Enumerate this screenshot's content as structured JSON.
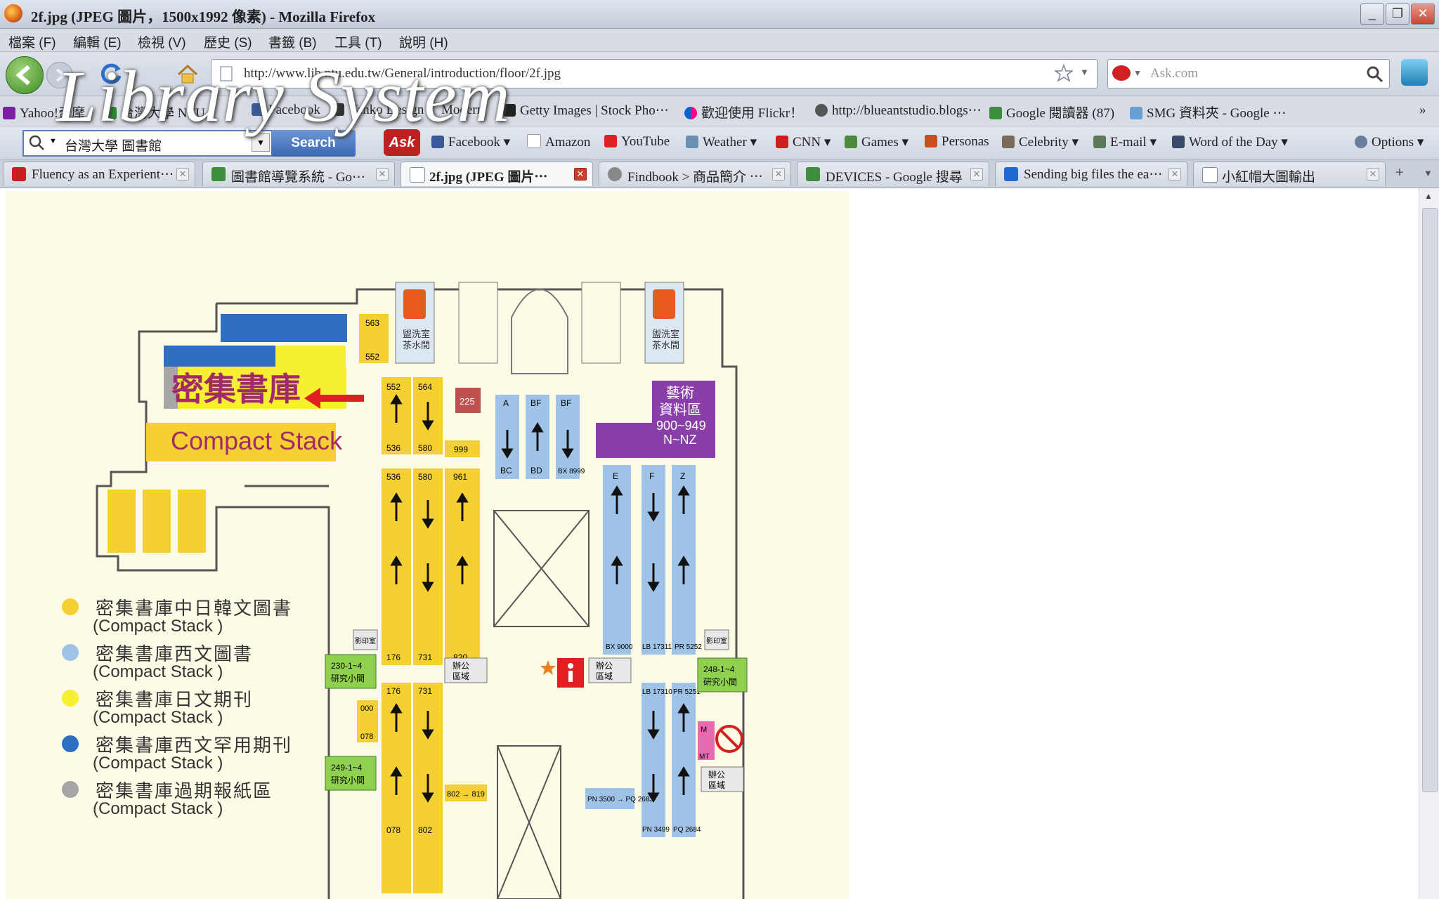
{
  "window": {
    "title": "2f.jpg (JPEG 圖片，1500x1992 像素) - Mozilla Firefox"
  },
  "menu": [
    "檔案 (F)",
    "編輯 (E)",
    "檢視 (V)",
    "歷史 (S)",
    "書籤 (B)",
    "工具 (T)",
    "說明 (H)"
  ],
  "nav": {
    "url": "http://www.lib.ntu.edu.tw/General/introduction/floor/2f.jpg",
    "search_placeholder": "Ask.com"
  },
  "bookmarks": [
    "Yahoo!奇摩",
    "台灣大學 NTU",
    "Facebook",
    "Yanko Design",
    "Modern",
    "Getty Images | Stock Pho⋯",
    "歡迎使用 Flickr！",
    "http://blueantstudio.blogs⋯",
    "Google 閱讀器 (87)",
    "SMG 資料夾 - Google ⋯"
  ],
  "ask_toolbar": {
    "query": "台灣大學 圖書館",
    "search_label": "Search",
    "items": [
      "Facebook ▾",
      "Amazon",
      "YouTube",
      "Weather ▾",
      "CNN ▾",
      "Games ▾",
      "Personas",
      "Celebrity ▾",
      "E-mail ▾",
      "Word of the Day ▾",
      "Options ▾"
    ]
  },
  "tabs": [
    {
      "label": "Fluency as an Experient⋯",
      "active": false
    },
    {
      "label": "圖書館導覽系統 - Go⋯",
      "active": false
    },
    {
      "label": "2f.jpg (JPEG 圖片⋯",
      "active": true
    },
    {
      "label": "Findbook > 商品簡介 ⋯",
      "active": false
    },
    {
      "label": "DEVICES - Google 搜尋",
      "active": false
    },
    {
      "label": "Sending big files the ea⋯",
      "active": false
    },
    {
      "label": "小紅帽大圖輸出",
      "active": false
    }
  ],
  "overlay_title": "Library System",
  "map": {
    "compact_zh": "密集書庫",
    "compact_en": "Compact Stack",
    "art_area": [
      "藝術",
      "資料區",
      "900~949",
      "N~NZ"
    ],
    "restroom": [
      "盥洗室",
      "茶水間"
    ],
    "office": [
      "辦公",
      "區域"
    ],
    "study_rooms": [
      "230-1~4",
      "研究小間",
      "249-1~4",
      "研究小間",
      "248-1~4",
      "研究小間"
    ],
    "copy": "影印室",
    "room_225": "225",
    "shelf_labels": {
      "s1_top": "563",
      "s1_bot": "552",
      "s2a_top": "552",
      "s2a_bot": "536",
      "s2b_top": "564",
      "s2b_bot": "580",
      "s2c": "999",
      "r1": [
        "536",
        "176"
      ],
      "r2": [
        "580",
        "731"
      ],
      "r3": [
        "961",
        "820"
      ],
      "r4": [
        "176",
        "078"
      ],
      "r5": [
        "731",
        "802"
      ],
      "r6": "802 → 819",
      "blue_top": [
        "A",
        "BC",
        "BF",
        "BD",
        "BF",
        "BX 8999"
      ],
      "blue_mid": [
        "E",
        "BX 9000",
        "F",
        "LB 17311",
        "Z",
        "PR 5252"
      ],
      "blue_bot": [
        "LB 17310",
        "PN 3499",
        "PR 5251",
        "PQ 2684"
      ],
      "pn_pq": "PN 3500 → PQ 2683",
      "small_000": [
        "000",
        "078"
      ],
      "m_mt": [
        "M",
        "MT"
      ]
    }
  },
  "legend": [
    {
      "zh": "密集書庫中日韓文圖書",
      "en": "(Compact Stack )",
      "color": "#f5d033"
    },
    {
      "zh": "密集書庫西文圖書",
      "en": "(Compact Stack )",
      "color": "#9fc3e6"
    },
    {
      "zh": "密集書庫日文期刊",
      "en": "(Compact Stack )",
      "color": "#f7f032"
    },
    {
      "zh": "密集書庫西文罕用期刊",
      "en": "(Compact Stack )",
      "color": "#2e6fbf"
    },
    {
      "zh": "密集書庫過期報紙區",
      "en": "(Compact Stack )",
      "color": "#a6a6a6"
    }
  ]
}
